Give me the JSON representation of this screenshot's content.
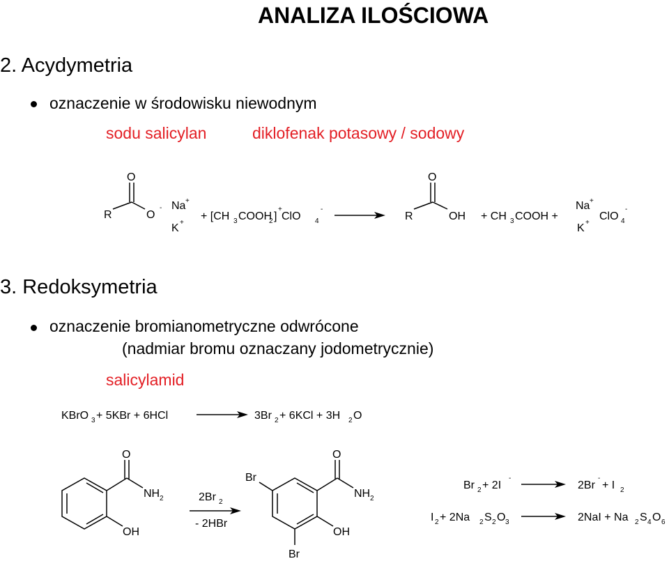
{
  "title": "ANALIZA ILOŚCIOWA",
  "section2": {
    "heading": "2. Acydymetria",
    "bullet": "oznaczenie w środowisku niewodnym",
    "compound1": "sodu salicylan",
    "compound2": "diklofenak potasowy / sodowy"
  },
  "reaction1": {
    "R": "R",
    "O": "O",
    "minus": "-",
    "plus": "+",
    "Na": "Na",
    "K": "K",
    "reagent_a": "+ [CH",
    "sub3": "3",
    "reagent_b": "COOH",
    "sub2": "2",
    "reagent_c": "]",
    "reagent_d": " ClO",
    "sub4": "4",
    "OH": "OH",
    "prod_a": "+ CH",
    "prod_b": "COOH +",
    "ClO": "ClO"
  },
  "section3": {
    "heading": "3. Redoksymetria",
    "bullet": "oznaczenie bromianometryczne odwrócone",
    "note": "(nadmiar bromu oznaczany jodometrycznie)",
    "compound": "salicylamid"
  },
  "reaction2": {
    "lhs_a": "KBrO",
    "lhs_sub": "3",
    "lhs_b": " + 5KBr + 6HCl",
    "rhs_a": "3Br",
    "rhs_sub1": "2",
    "rhs_b": " + 6KCl + 3H",
    "rhs_sub2": "2",
    "rhs_c": "O"
  },
  "reaction3": {
    "O": "O",
    "NH": "NH",
    "sub2": "2",
    "OH": "OH",
    "Br": "Br",
    "reagent_a": "2Br",
    "reagent_b": "- 2HBr"
  },
  "reaction4": {
    "l1_a": "Br",
    "sub2": "2",
    "l1_b": " + 2I",
    "minus": "-",
    "r1_a": "2Br",
    "r1_b": " + I",
    "l2_a": "I",
    "l2_b": " + 2Na",
    "l2_c": "S",
    "l2_d": "O",
    "sub3": "3",
    "r2_a": "2NaI + Na",
    "r2_b": "S",
    "sub4": "4",
    "r2_c": "O",
    "sub6": "6"
  }
}
